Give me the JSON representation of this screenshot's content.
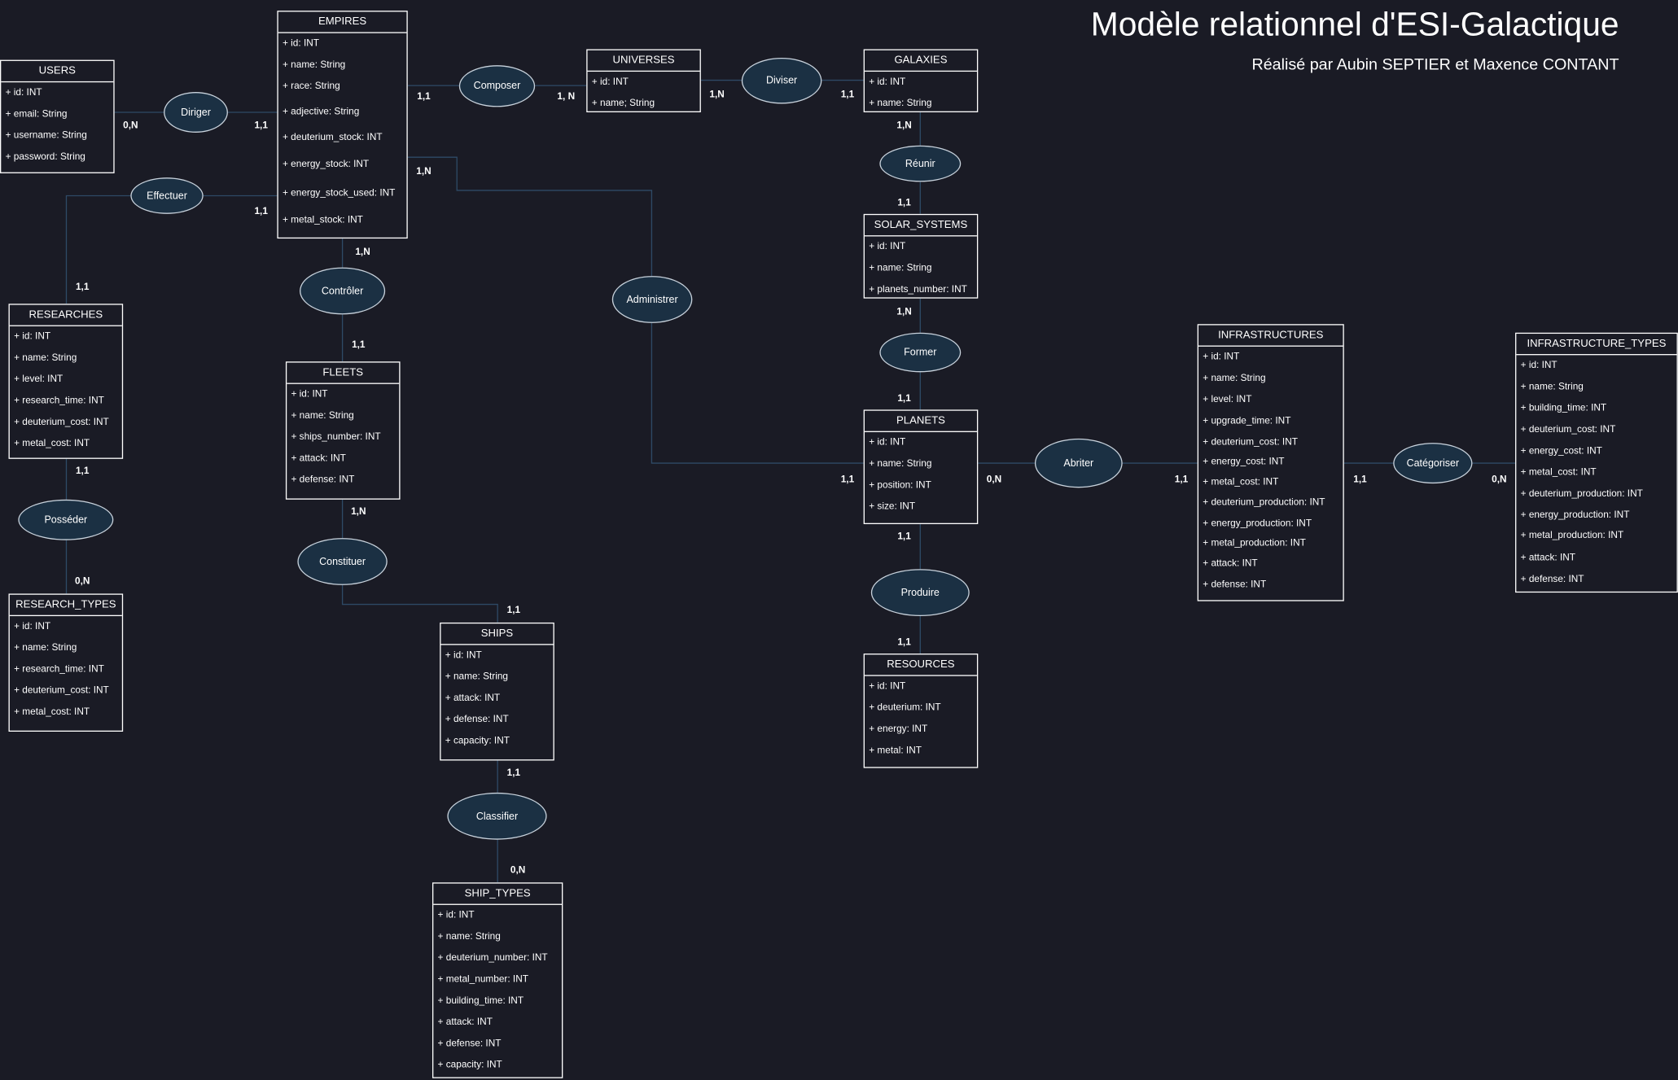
{
  "title": "Modèle relationnel d'ESI-Galactique",
  "subtitle": "Réalisé par Aubin SEPTIER et Maxence CONTANT",
  "entities": {
    "users": {
      "name": "USERS",
      "attrs": [
        "+ id: INT",
        "+ email: String",
        "+ username: String",
        "+ password: String"
      ]
    },
    "empires": {
      "name": "EMPIRES",
      "attrs": [
        "+ id: INT",
        "+ name: String",
        "+ race: String",
        "+ adjective: String",
        "+ deuterium_stock: INT",
        "+ energy_stock: INT",
        "+ energy_stock_used: INT",
        "+ metal_stock: INT"
      ]
    },
    "universes": {
      "name": "UNIVERSES",
      "attrs": [
        "+ id: INT",
        "+ name; String"
      ]
    },
    "galaxies": {
      "name": "GALAXIES",
      "attrs": [
        "+ id: INT",
        "+ name: String"
      ]
    },
    "solar_systems": {
      "name": "SOLAR_SYSTEMS",
      "attrs": [
        "+ id: INT",
        "+ name: String",
        "+ planets_number: INT"
      ]
    },
    "planets": {
      "name": "PLANETS",
      "attrs": [
        "+ id: INT",
        "+ name: String",
        "+ position: INT",
        "+ size: INT"
      ]
    },
    "resources": {
      "name": "RESOURCES",
      "attrs": [
        "+ id: INT",
        "+ deuterium: INT",
        "+ energy: INT",
        "+ metal: INT"
      ]
    },
    "researches": {
      "name": "RESEARCHES",
      "attrs": [
        "+ id: INT",
        "+ name: String",
        "+ level: INT",
        "+ research_time: INT",
        "+ deuterium_cost: INT",
        "+ metal_cost: INT"
      ]
    },
    "research_types": {
      "name": "RESEARCH_TYPES",
      "attrs": [
        "+ id: INT",
        "+ name: String",
        "+ research_time: INT",
        "+ deuterium_cost: INT",
        "+ metal_cost: INT"
      ]
    },
    "fleets": {
      "name": "FLEETS",
      "attrs": [
        "+ id: INT",
        "+ name: String",
        "+ ships_number: INT",
        "+ attack: INT",
        "+ defense: INT"
      ]
    },
    "ships": {
      "name": "SHIPS",
      "attrs": [
        "+ id: INT",
        "+ name: String",
        "+ attack: INT",
        "+ defense: INT",
        "+ capacity: INT"
      ]
    },
    "ship_types": {
      "name": "SHIP_TYPES",
      "attrs": [
        "+ id: INT",
        "+ name: String",
        "+ deuterium_number: INT",
        "+ metal_number: INT",
        "+ building_time: INT",
        "+ attack: INT",
        "+ defense: INT",
        "+ capacity: INT"
      ]
    },
    "infrastructures": {
      "name": "INFRASTRUCTURES",
      "attrs": [
        "+ id: INT",
        "+ name: String",
        "+ level: INT",
        "+ upgrade_time: INT",
        "+ deuterium_cost: INT",
        "+ energy_cost: INT",
        "+ metal_cost: INT",
        "+ deuterium_production: INT",
        "+ energy_production: INT",
        "+ metal_production: INT",
        "+ attack: INT",
        "+ defense: INT"
      ]
    },
    "infrastructure_types": {
      "name": "INFRASTRUCTURE_TYPES",
      "attrs": [
        "+ id: INT",
        "+ name: String",
        "+ building_time: INT",
        "+ deuterium_cost: INT",
        "+ energy_cost: INT",
        "+ metal_cost: INT",
        "+ deuterium_production: INT",
        "+ energy_production: INT",
        "+ metal_production: INT",
        "+ attack: INT",
        "+ defense: INT"
      ]
    }
  },
  "relations": {
    "diriger": "Diriger",
    "effectuer": "Effectuer",
    "composer": "Composer",
    "diviser": "Diviser",
    "reunir": "Réunir",
    "former": "Former",
    "administrer": "Administrer",
    "controler": "Contrôler",
    "constituer": "Constituer",
    "posseder": "Posséder",
    "abriter": "Abriter",
    "categoriser": "Catégoriser",
    "produire": "Produire",
    "classifier": "Classifier"
  },
  "cardinalities": {
    "users_diriger": "0,N",
    "empires_diriger": "1,1",
    "empires_composer": "1,1",
    "universes_composer": "1, N",
    "universes_diviser": "1,N",
    "galaxies_diviser": "1,1",
    "galaxies_reunir": "1,N",
    "solar_reunir": "1,1",
    "solar_former": "1,N",
    "planets_former": "1,1",
    "empires_administrer": "1,N",
    "planets_administrer": "1,1",
    "planets_abriter": "0,N",
    "infra_abriter": "1,1",
    "infra_categoriser": "1,1",
    "infratypes_categoriser": "0,N",
    "planets_produire": "1,1",
    "resources_produire": "1,1",
    "empires_effectuer": "1,1",
    "researches_effectuer": "1,1",
    "researches_posseder": "1,1",
    "researchtypes_posseder": "0,N",
    "empires_controler": "1,N",
    "fleets_controler": "1,1",
    "fleets_constituer": "1,N",
    "ships_constituer": "1,1",
    "ships_classifier": "1,1",
    "shiptypes_classifier": "0,N"
  },
  "colors": {
    "background": "#1a1b25",
    "relation_fill": "#1b3043",
    "line": "#2e4a66",
    "text": "#ffffff"
  }
}
